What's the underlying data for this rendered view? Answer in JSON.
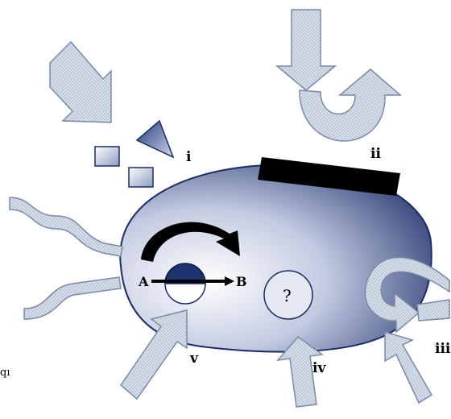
{
  "labels": {
    "i": "i",
    "ii": "ii",
    "iii": "iii",
    "iv": "iv",
    "v": "v",
    "a": "A",
    "b": "B",
    "question": "?",
    "edge_fragment": "qı"
  }
}
